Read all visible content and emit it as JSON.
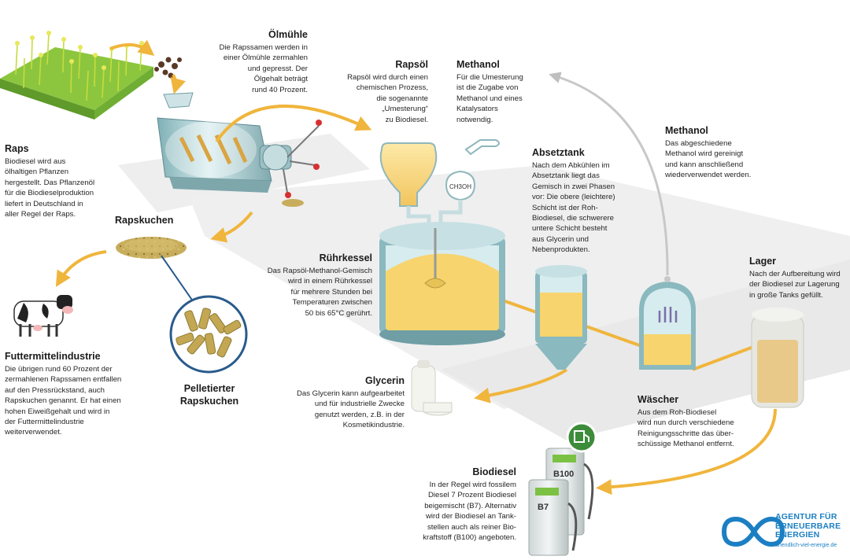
{
  "blocks": {
    "oelmuehle": {
      "title": "Ölmühle",
      "body": "Die Rapssamen werden in\neiner Ölmühle zermahlen\nund gepresst. Der\nÖlgehalt beträgt\nrund 40 Prozent."
    },
    "rapsoel": {
      "title": "Rapsöl",
      "body": "Rapsöl wird durch einen\nchemischen Prozess,\ndie sogenannte\n„Umesterung“\nzu Biodiesel."
    },
    "methanol1": {
      "title": "Methanol",
      "body": "Für die Umesterung\nist die Zugabe von\nMethanol und eines\nKatalysators\nnotwendig."
    },
    "methanol2": {
      "title": "Methanol",
      "body": "Das abgeschiedene\nMethanol wird gereinigt\nund kann anschließend\nwiederverwendet werden."
    },
    "raps": {
      "title": "Raps",
      "body": "Biodiesel wird aus\nölhaltigen Pflanzen\nhergestellt. Das Pflanzenöl\nfür die Biodieselproduktion\nliefert in Deutschland in\naller Regel der Raps."
    },
    "absetztank": {
      "title": "Absetztank",
      "body": "Nach dem Abkühlen im\nAbsetztank liegt das\nGemisch in zwei Phasen\nvor: Die obere (leichtere)\nSchicht ist der Roh-\nBiodiesel, die schwerere\nuntere Schicht besteht\naus Glycerin und\nNebenprodukten."
    },
    "rapskuchen": {
      "title": "Rapskuchen",
      "body": ""
    },
    "ruehrkessel": {
      "title": "Rührkessel",
      "body": "Das Rapsöl-Methanol-Gemisch\nwird in einem Rührkessel\nfür mehrere Stunden bei\nTemperaturen zwischen\n50 bis 65°C gerührt."
    },
    "lager": {
      "title": "Lager",
      "body": "Nach der Aufbereitung wird\nder Biodiesel zur Lagerung\nin große Tanks gefüllt."
    },
    "futtermittel": {
      "title": "Futtermittelindustrie",
      "body": "Die übrigen rund 60 Prozent der\nzermahlenen Rapssamen entfallen\nauf den Pressrückstand, auch\nRapskuchen genannt. Er hat einen\nhohen Eiweißgehalt und  wird in\nder Futtermittelindustrie\nweiterverwendet."
    },
    "glycerin": {
      "title": "Glycerin",
      "body": "Das Glycerin kann aufgearbeitet\nund für industrielle Zwecke\ngenutzt werden, z.B. in der\nKosmetikindustrie."
    },
    "pelletiert": {
      "title": "Pelletierter\nRapskuchen",
      "body": ""
    },
    "waescher": {
      "title": "Wäscher",
      "body": "Aus dem Roh-Biodiesel\nwird nun durch verschiedene\nReinigungsschritte das über-\nschüssige Methanol entfernt."
    },
    "biodiesel": {
      "title": "Biodiesel",
      "body": "In der Regel wird fossilem\nDiesel 7 Prozent Biodiesel\nbeigemischt (B7). Alternativ\nwird der Biodiesel an Tank-\nstellen auch als reiner Bio-\nkraftstoff (B100) angeboten."
    }
  },
  "flask_label": "CH3OH",
  "pumps": {
    "b100": "B100",
    "b7": "B7"
  },
  "logo": {
    "line1": "AGENTUR FÜR",
    "line2": "ERNEUERBARE",
    "line3": "ENERGIEN",
    "url": "unendlich-viel-energie.de"
  },
  "colors": {
    "oil": "#f5cf6e",
    "oil_light": "#fbe7a8",
    "steel": "#a9cdd2",
    "steel_dark": "#6f9ea5",
    "arrow": "#f0b53c",
    "field": "#7dc242",
    "logo_blue": "#1c7fc3",
    "pump_green": "#3c8c3a"
  }
}
